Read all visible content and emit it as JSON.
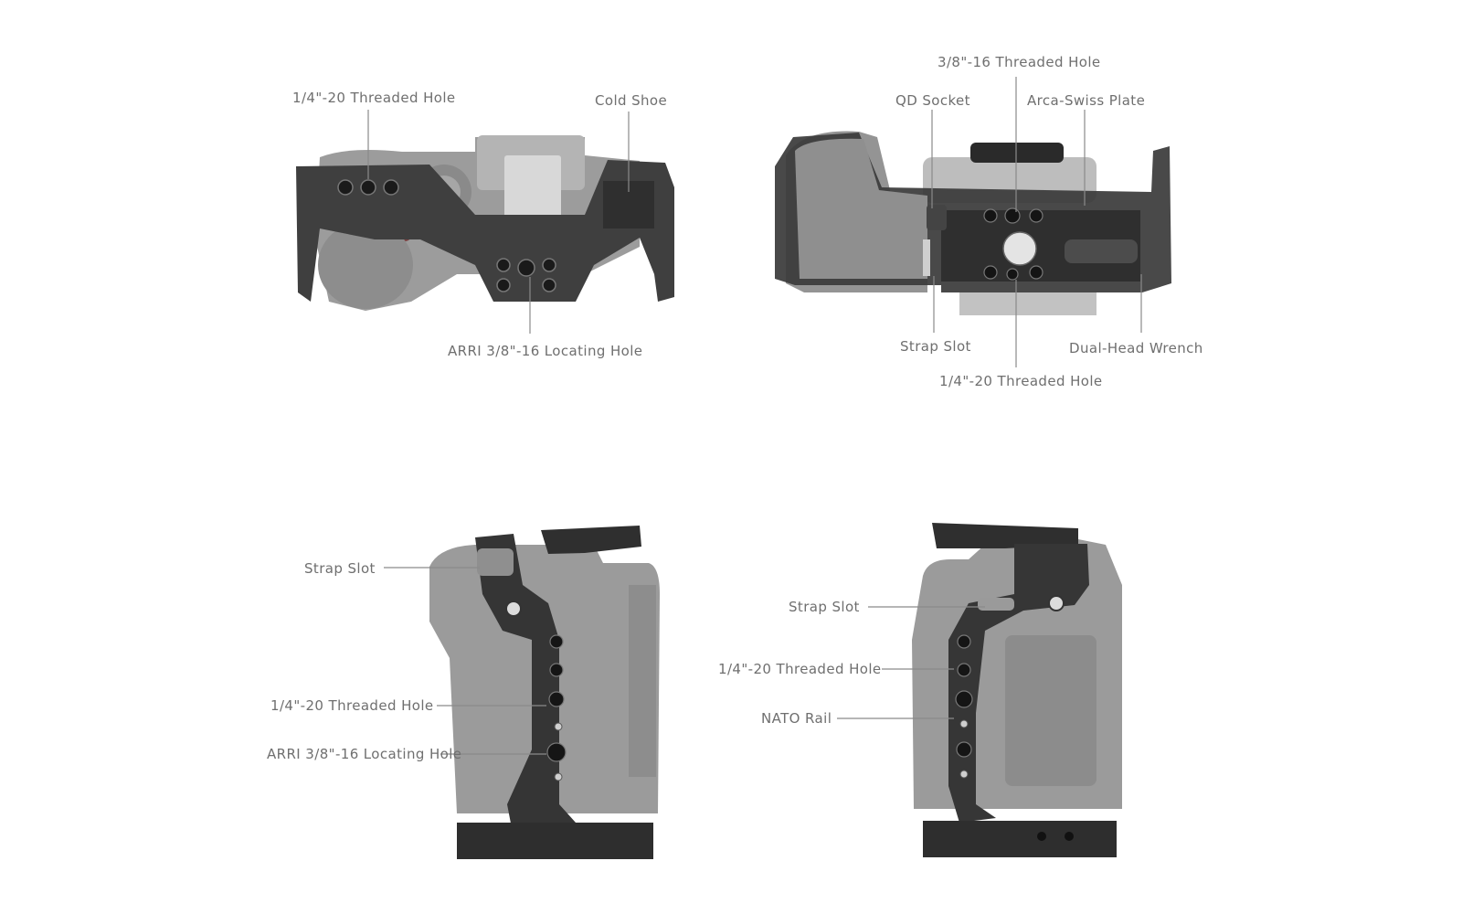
{
  "views": {
    "top": {
      "labels": {
        "threaded_hole": "1/4\"-20 Threaded Hole",
        "cold_shoe": "Cold Shoe",
        "arri_hole": "ARRI 3/8\"-16 Locating Hole"
      }
    },
    "bottom": {
      "labels": {
        "threaded_38": "3/8\"-16 Threaded Hole",
        "qd_socket": "QD Socket",
        "arca_plate": "Arca-Swiss Plate",
        "strap_slot": "Strap Slot",
        "wrench": "Dual-Head Wrench",
        "threaded_14": "1/4\"-20 Threaded Hole"
      }
    },
    "left": {
      "labels": {
        "strap_slot": "Strap Slot",
        "threaded_hole": "1/4\"-20 Threaded Hole",
        "arri_hole": "ARRI 3/8\"-16 Locating Hole"
      }
    },
    "right": {
      "labels": {
        "strap_slot": "Strap Slot",
        "threaded_hole": "1/4\"-20 Threaded Hole",
        "nato_rail": "NATO Rail"
      }
    }
  },
  "colors": {
    "camera_body": "#9a9a9a",
    "cage_metal": "#3c3c3c",
    "hole": "#1e1e1e",
    "leader_line": "#8a8a8a",
    "label_text": "#6f6f6f"
  }
}
